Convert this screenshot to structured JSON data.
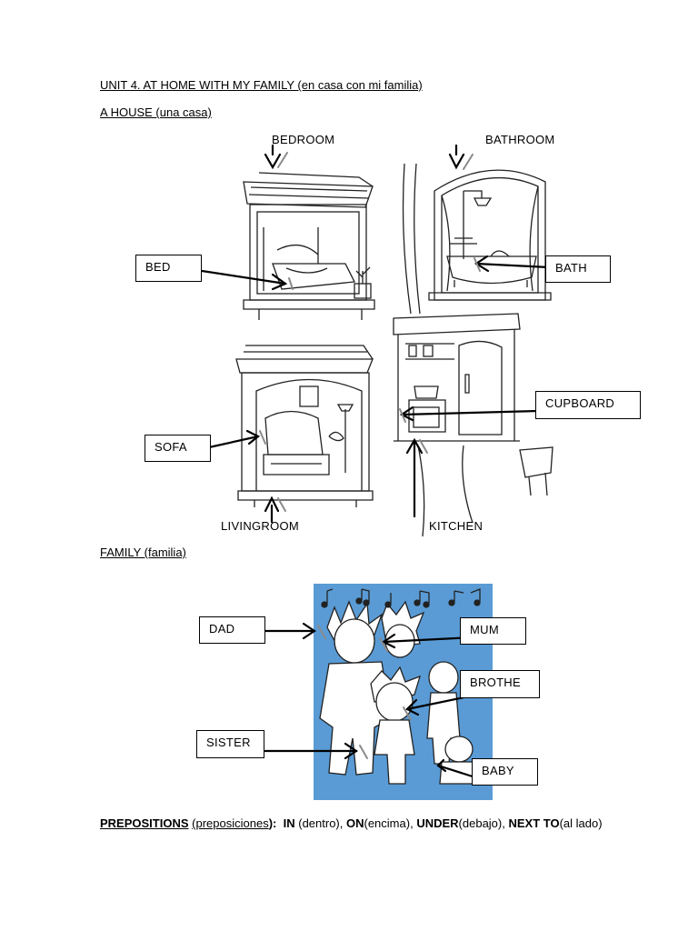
{
  "title": "UNIT 4. AT HOME WITH MY FAMILY (en casa con mi familia)",
  "house_heading": "A HOUSE (una casa)",
  "house_labels": {
    "bedroom": "BEDROOM",
    "bathroom": "BATHROOM",
    "livingroom": "LIVINGROOM",
    "kitchen": "KITCHEN",
    "bed": "BED",
    "bath": "BATH",
    "cupboard": "CUPBOARD",
    "sofa": "SOFA"
  },
  "family_heading": "FAMILY (familia)",
  "family_labels": {
    "dad": "DAD",
    "mum": "MUM",
    "brother": "BROTHE",
    "sister": "SISTER",
    "baby": "BABY"
  },
  "prepositions": {
    "heading": "PREPOSITIONS",
    "heading_es": "(preposiciones",
    "heading_end": "):",
    "in": "IN",
    "in_es": "(dentro),",
    "on": "ON",
    "on_es": "(encima),",
    "under": "UNDER",
    "under_es": "(debajo),",
    "next": "NEXT TO",
    "next_es": "(al lado)"
  },
  "colors": {
    "family_bg": "#5a9bd5",
    "arrow_gray": "#8a8a8a"
  }
}
